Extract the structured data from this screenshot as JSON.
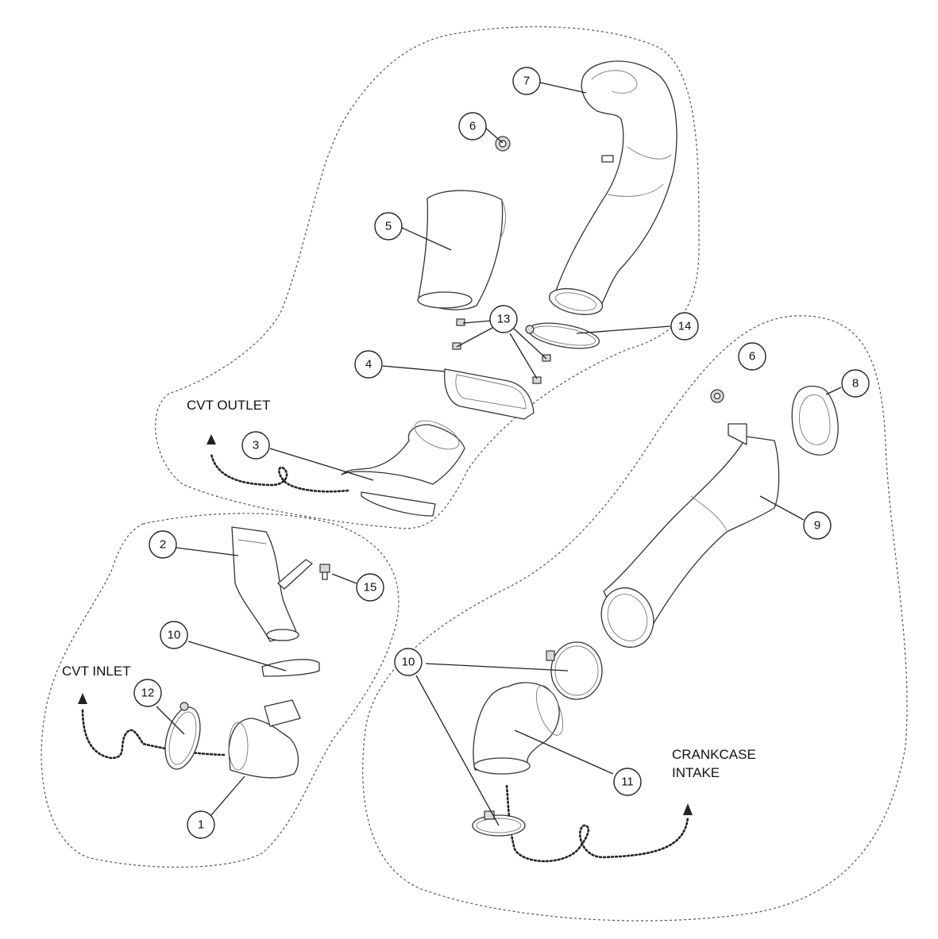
{
  "zones": {
    "cvt_outlet": "CVT OUTLET",
    "cvt_inlet": "CVT INLET",
    "crankcase_intake_line1": "CRANKCASE",
    "crankcase_intake_line2": "INTAKE"
  },
  "callouts": {
    "c1": "1",
    "c2": "2",
    "c3": "3",
    "c4": "4",
    "c5": "5",
    "c6a": "6",
    "c6b": "6",
    "c7": "7",
    "c8": "8",
    "c9": "9",
    "c10a": "10",
    "c10b": "10",
    "c11": "11",
    "c12": "12",
    "c13": "13",
    "c14": "14",
    "c15": "15"
  }
}
